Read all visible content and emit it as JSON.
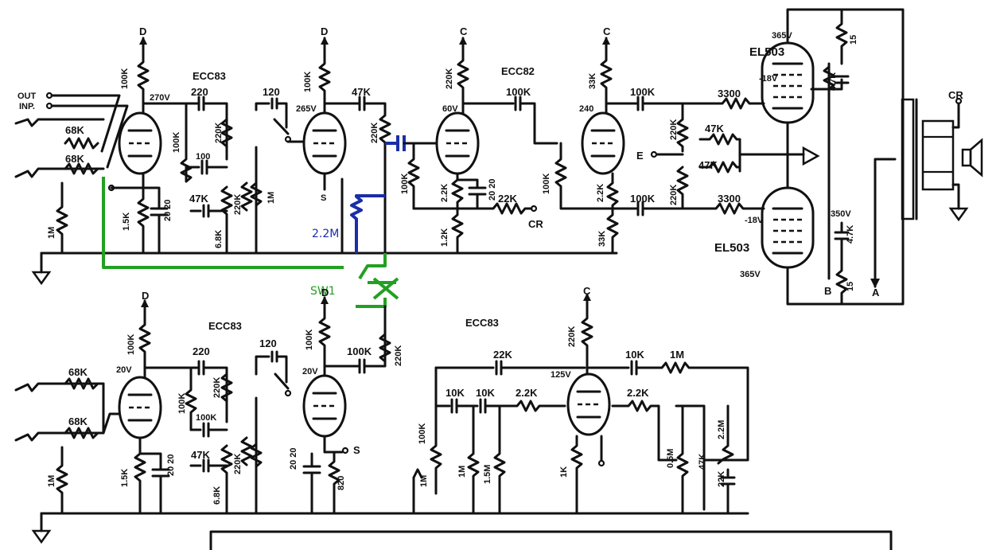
{
  "tubes": {
    "v1": "ECC83",
    "v2": "ECC82",
    "v3": "EL503",
    "v4": "EL503",
    "v5": "ECC83",
    "v6": "ECC83"
  },
  "io": {
    "out": "OUT",
    "inp": "INP."
  },
  "supply": {
    "d": "D",
    "c": "C",
    "s": "S",
    "e": "E",
    "b": "B",
    "a": "A",
    "cr": "CR"
  },
  "voltages": {
    "v1a": "270V",
    "v1b": "265V",
    "v2a": "60V",
    "v2b": "240",
    "v3p": "365V",
    "v3g": "-18V",
    "v4g": "-18V",
    "v4k": "350V",
    "v4p": "365V",
    "v5a": "20V",
    "v5b": "20V",
    "v6": "125V"
  },
  "annotations": {
    "sw1": "SW1",
    "r_added": "2.2M"
  },
  "parts": {
    "r100k": "100K",
    "r68k": "68K",
    "r1m": "1M",
    "r15k": "1.5K",
    "c2020": "20 20",
    "c220": "220",
    "r220k": "220K",
    "c100": "100",
    "r47k": "47K",
    "r68k2": "6.8K",
    "c120": "120",
    "r22k": "2.2K",
    "r12k": "1.2K",
    "r33k": "33K",
    "r3300": "3300",
    "r15": "15",
    "r47k2": "4.7K",
    "r22k2": "22K",
    "r10k": "10K",
    "r15m": "1.5M",
    "r1k": "1K",
    "r05m": "0.5M",
    "r22m": "2.2M",
    "r820": "820",
    "r33k2": "33K",
    "c20": "20",
    "r2": "2.2K"
  }
}
